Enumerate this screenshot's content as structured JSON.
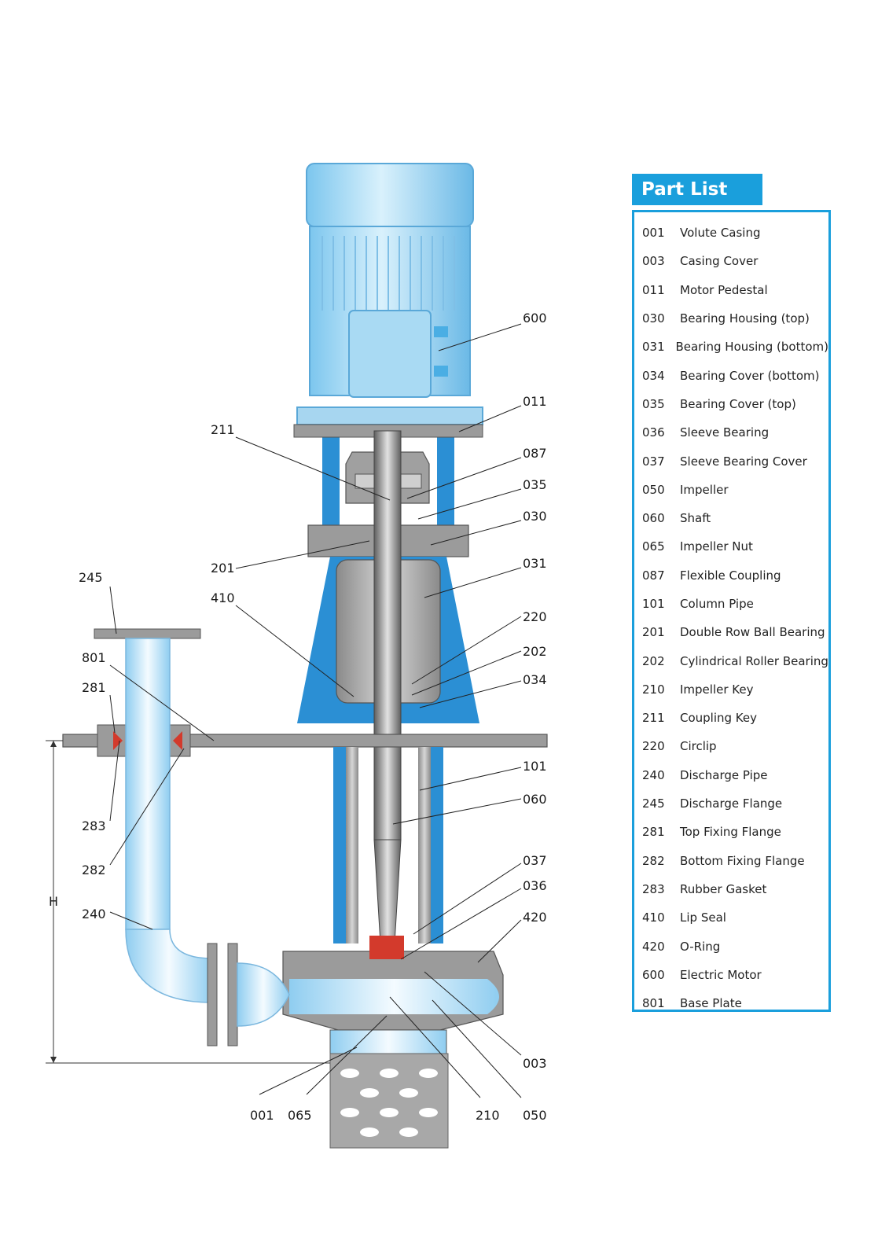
{
  "title": "Part List",
  "colors": {
    "accent": "#1a9fdc",
    "housing": "#2b8fd4",
    "motor": "#9fd8f4",
    "metal": "#a3a3a3",
    "seal": "#d33a2c"
  },
  "parts": [
    {
      "code": "001",
      "name": "Volute Casing"
    },
    {
      "code": "003",
      "name": "Casing Cover"
    },
    {
      "code": "011",
      "name": "Motor Pedestal"
    },
    {
      "code": "030",
      "name": "Bearing Housing (top)"
    },
    {
      "code": "031",
      "name": "Bearing Housing (bottom)"
    },
    {
      "code": "034",
      "name": "Bearing Cover (bottom)"
    },
    {
      "code": "035",
      "name": "Bearing Cover (top)"
    },
    {
      "code": "036",
      "name": "Sleeve Bearing"
    },
    {
      "code": "037",
      "name": "Sleeve Bearing Cover"
    },
    {
      "code": "050",
      "name": "Impeller"
    },
    {
      "code": "060",
      "name": "Shaft"
    },
    {
      "code": "065",
      "name": "Impeller Nut"
    },
    {
      "code": "087",
      "name": "Flexible Coupling"
    },
    {
      "code": "101",
      "name": "Column Pipe"
    },
    {
      "code": "201",
      "name": "Double Row Ball Bearing"
    },
    {
      "code": "202",
      "name": "Cylindrical Roller Bearing"
    },
    {
      "code": "210",
      "name": "Impeller Key"
    },
    {
      "code": "211",
      "name": "Coupling Key"
    },
    {
      "code": "220",
      "name": "Circlip"
    },
    {
      "code": "240",
      "name": "Discharge Pipe"
    },
    {
      "code": "245",
      "name": "Discharge Flange"
    },
    {
      "code": "281",
      "name": "Top Fixing Flange"
    },
    {
      "code": "282",
      "name": "Bottom Fixing Flange"
    },
    {
      "code": "283",
      "name": "Rubber Gasket"
    },
    {
      "code": "410",
      "name": "Lip Seal"
    },
    {
      "code": "420",
      "name": "O-Ring"
    },
    {
      "code": "600",
      "name": "Electric Motor"
    },
    {
      "code": "801",
      "name": "Base Plate"
    }
  ],
  "callouts": {
    "c600": "600",
    "c011": "011",
    "c211": "211",
    "c087": "087",
    "c035": "035",
    "c030": "030",
    "c201": "201",
    "c031": "031",
    "c245": "245",
    "c410": "410",
    "c220": "220",
    "c202": "202",
    "c801": "801",
    "c034": "034",
    "c281": "281",
    "c101": "101",
    "c060": "060",
    "c283": "283",
    "c037": "037",
    "c282": "282",
    "c036": "036",
    "c420": "420",
    "c240": "240",
    "c003": "003",
    "c001": "001",
    "c065": "065",
    "c210": "210",
    "c050": "050"
  },
  "dimension_label": "H"
}
